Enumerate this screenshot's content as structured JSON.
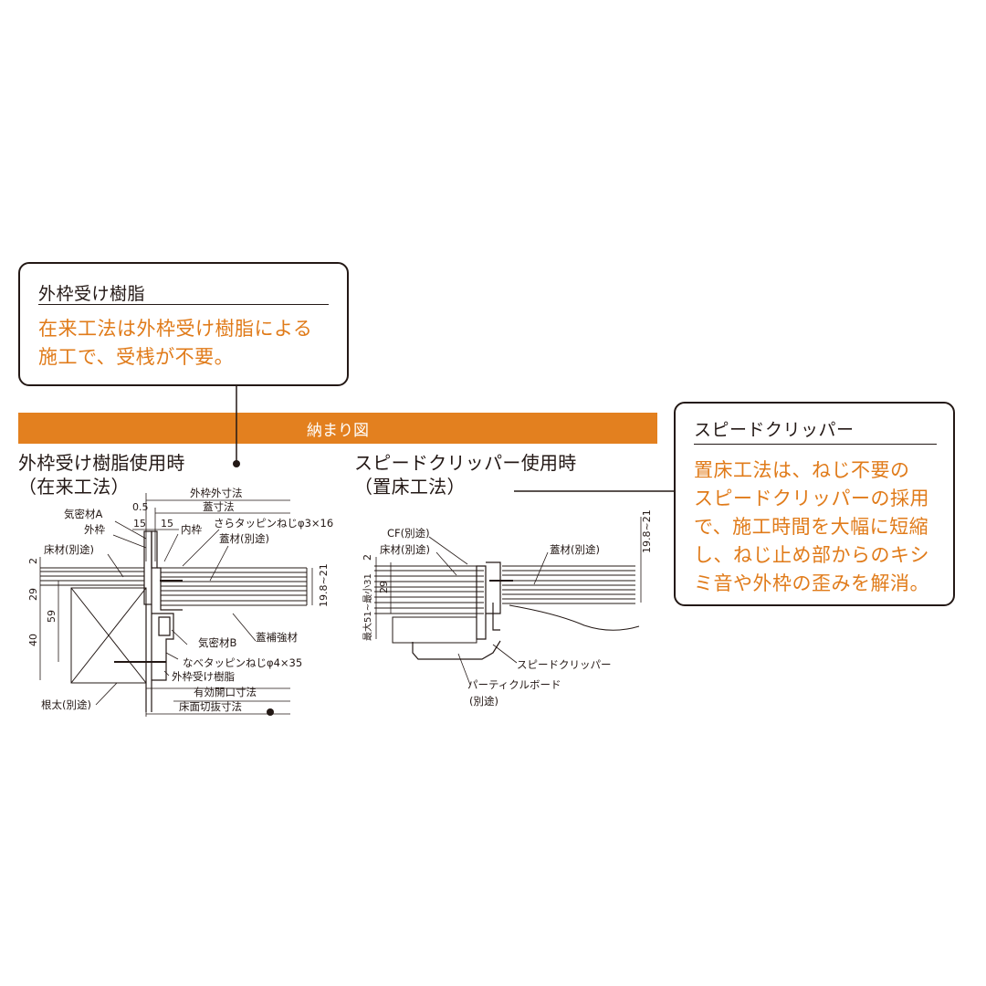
{
  "callout_left": {
    "title": "外枠受け樹脂",
    "body": "在来工法は外枠受け樹脂による\n施工で、受桟が不要。"
  },
  "callout_right": {
    "title": "スピードクリッパー",
    "body": "置床工法は、ねじ不要の\nスピードクリッパーの採用\nで、施工時間を大幅に短縮\nし、ねじ止め部からのキシ\nミ音や外枠の歪みを解消。"
  },
  "band_label": "納まり図",
  "left_heading": "外枠受け樹脂使用時\n（在来工法）",
  "right_heading": "スピードクリッパー使用時\n（置床工法）",
  "left_labels": {
    "sotowaku_gaisunpo": "外枠外寸法",
    "futa_sunpo": "蓋寸法",
    "dim_0_5": "0.5",
    "dim_15a": "15",
    "dim_15b": "15",
    "kimitsu_a": "気密材A",
    "sotowaku": "外枠",
    "uchiwaku": "内枠",
    "sara_screw": "さらタッピンねじφ3×16",
    "futazai": "蓋材(別途)",
    "yukazai": "床材(別途)",
    "dim_2": "2",
    "dim_29": "29",
    "dim_59": "59",
    "dim_40": "40",
    "dim_19_8": "19.8~21",
    "kimitsu_b": "気密材B",
    "futa_hokyo": "蓋補強材",
    "nabe_screw": "なべタッピンねじφ4×35",
    "sotowaku_uke": "外枠受け樹脂",
    "yuko_kaiko": "有効開口寸法",
    "yukamen_kirinuki": "床面切抜寸法",
    "neda": "根太(別途)"
  },
  "right_labels": {
    "cf": "CF(別途)",
    "yukazai": "床材(別途)",
    "futazai": "蓋材(別途)",
    "dim_19_8": "19.8~21",
    "dim_2": "2",
    "dim_29": "29",
    "dim_range": "最大51~最小31",
    "speed_clipper": "スピードクリッパー",
    "particle_board": "パーティクルボード",
    "betto": "(別途)"
  },
  "colors": {
    "accent": "#e3801f",
    "accent_text": "#e07b1a",
    "ink": "#231815"
  }
}
